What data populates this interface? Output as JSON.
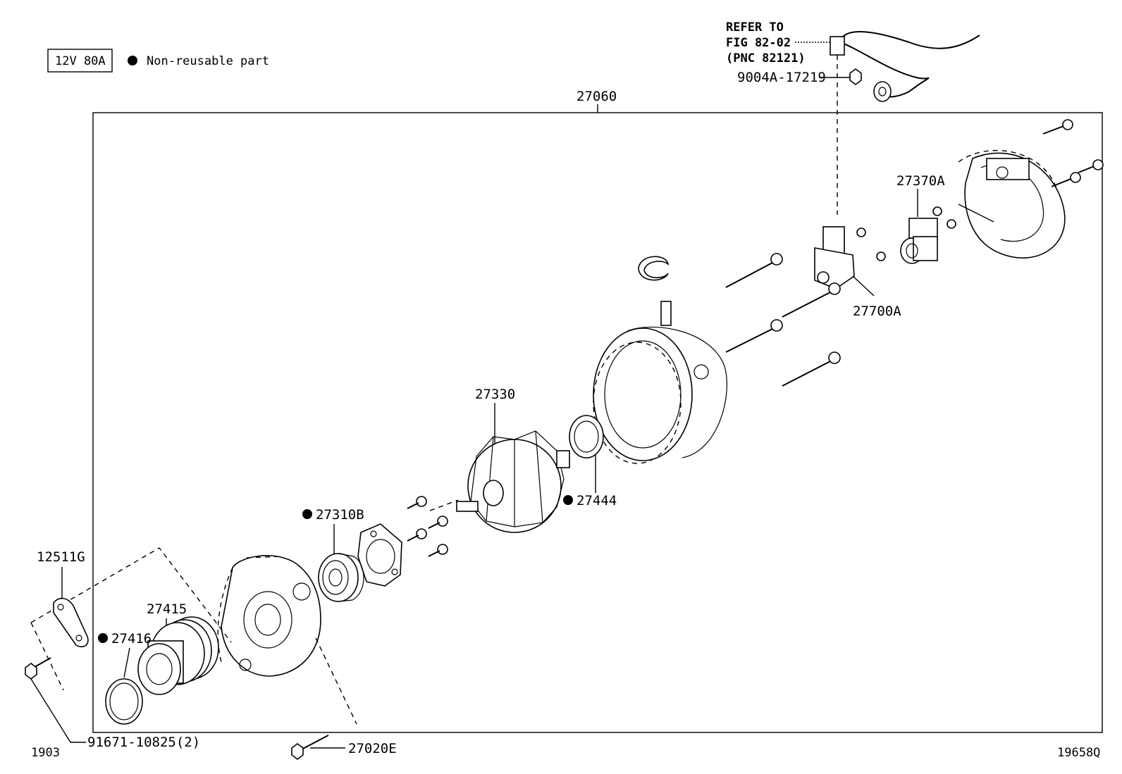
{
  "legend": {
    "spec_box": "12V 80A",
    "bullet_note": "Non-reusable part"
  },
  "refer": {
    "line1": "REFER TO",
    "line2": "FIG 82-02",
    "line3": "(PNC 82121)"
  },
  "labels": {
    "assembly": "27060",
    "p9004a": "9004A-17219",
    "p27370a": "27370A",
    "p27700a": "27700A",
    "p27330": "27330",
    "p27444": "27444",
    "p27310b": "27310B",
    "p12511g": "12511G",
    "p27415": "27415",
    "p27416": "27416",
    "p91671": "91671-10825(2)",
    "p27020e": "27020E",
    "date_code": "1903",
    "figure_id": "19658Q"
  }
}
